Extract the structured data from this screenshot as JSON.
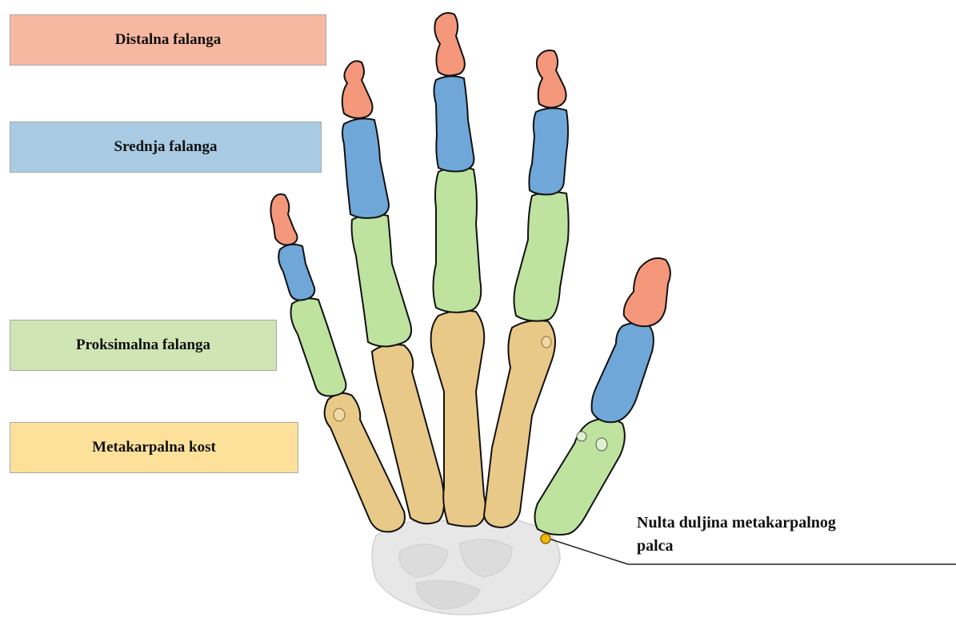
{
  "legend": {
    "distal": "Distalna falanga",
    "middle": "Srednja falanga",
    "proximal": "Proksimalna falanga",
    "metacarpal": "Metakarpalna kost"
  },
  "callout": {
    "line1": "Nulta duljina metakarpalnog",
    "line2": "palca"
  },
  "colors": {
    "distal": "#f4977a",
    "middle": "#6fa7d8",
    "proximal": "#bde39f",
    "metacarpal": "#e8c987",
    "carpal": "#e6e6e6",
    "marker": "#f2b705"
  }
}
